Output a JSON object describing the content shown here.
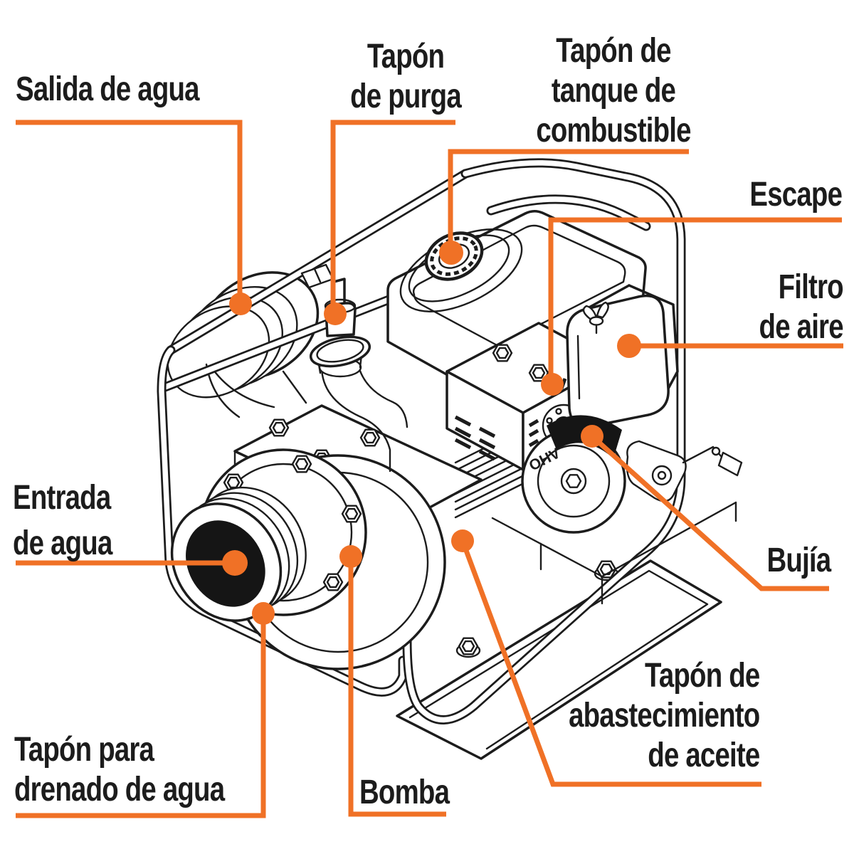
{
  "colors": {
    "accent": "#F07126",
    "ink": "#1C1C1C",
    "background": "#FFFFFF",
    "inlet": "#151515"
  },
  "engine_marking": "OHV",
  "labels": {
    "salida": {
      "line1": "Salida de agua"
    },
    "purga": {
      "line1": "Tapón",
      "line2": "de purga"
    },
    "combustible": {
      "line1": "Tapón de",
      "line2": "tanque de",
      "line3": "combustible"
    },
    "escape": {
      "line1": "Escape"
    },
    "filtro": {
      "line1": "Filtro",
      "line2": "de aire"
    },
    "bujia": {
      "line1": "Bujía"
    },
    "entrada": {
      "line1": "Entrada",
      "line2": "de agua"
    },
    "drenado": {
      "line1": "Tapón para",
      "line2": "drenado de agua"
    },
    "bomba": {
      "line1": "Bomba"
    },
    "aceite": {
      "line1": "Tapón de",
      "line2": "abastecimiento",
      "line3": "de aceite"
    }
  }
}
